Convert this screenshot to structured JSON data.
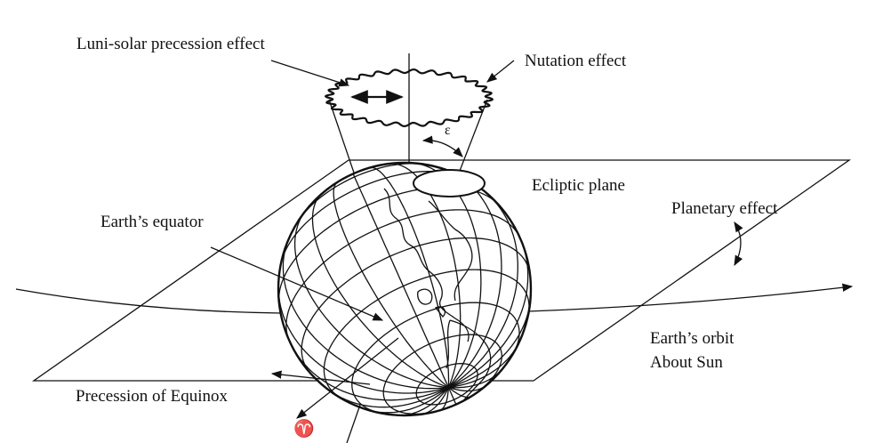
{
  "labels": {
    "luni_solar": "Luni-solar precession effect",
    "nutation": "Nutation effect",
    "epsilon": "ε",
    "ecliptic_plane": "Ecliptic plane",
    "earths_equator": "Earth’s equator",
    "planetary_effect": "Planetary effect",
    "earths_orbit_line1": "Earth’s orbit",
    "earths_orbit_line2": "About Sun",
    "precession_of_equinox": "Precession of Equinox",
    "vernal_equinox_symbol": "♈"
  }
}
